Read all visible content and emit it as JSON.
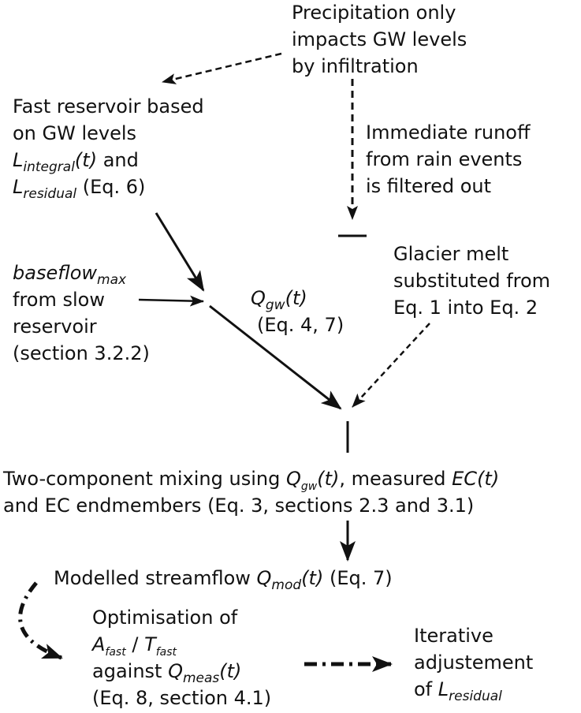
{
  "nodes": {
    "precip": {
      "lines": [
        "Precipitation only",
        "impacts GW levels",
        "by infiltration"
      ]
    },
    "fast_reservoir": {
      "line1": "Fast reservoir based",
      "line2": "on GW levels",
      "l_integral_base": "L",
      "l_integral_sub": "integral",
      "l_integral_arg": "(t)",
      "and": " and",
      "l_residual_base": "L",
      "l_residual_sub": "residual",
      "eq": " (Eq. 6)"
    },
    "runoff": {
      "lines": [
        "Immediate runoff",
        "from rain events",
        "is filtered out"
      ]
    },
    "baseflow": {
      "base": "baseflow",
      "sub": "max",
      "lines": [
        "from slow",
        "reservoir",
        "(section 3.2.2)"
      ]
    },
    "qgw": {
      "base": "Q",
      "sub": "gw",
      "arg": "(t)",
      "eq": "(Eq. 4, 7)"
    },
    "glacier": {
      "lines": [
        "Glacier melt",
        "substituted from",
        "Eq. 1 into Eq. 2"
      ]
    },
    "mixing": {
      "pre": "Two-component mixing using ",
      "q_base": "Q",
      "q_sub": "gw",
      "q_arg": "(t)",
      "mid": ", measured ",
      "ec": "EC(t)",
      "line2": "and EC endmembers (Eq. 3, sections 2.3 and 3.1)"
    },
    "modelled": {
      "pre": "Modelled streamflow ",
      "q_base": "Q",
      "q_sub": "mod",
      "q_arg": "(t)",
      "eq": " (Eq. 7)"
    },
    "optimisation": {
      "line1": "Optimisation of",
      "a_base": "A",
      "a_sub": "fast",
      "slash": " / ",
      "t_base": "T",
      "t_sub": "fast",
      "against": "against ",
      "q_base": "Q",
      "q_sub": "meas",
      "q_arg": "(t)",
      "line4": "(Eq. 8, section 4.1)"
    },
    "iterative": {
      "line1": "Iterative",
      "line2": "adjustement",
      "of": "of ",
      "l_base": "L",
      "l_sub": "residual"
    }
  }
}
